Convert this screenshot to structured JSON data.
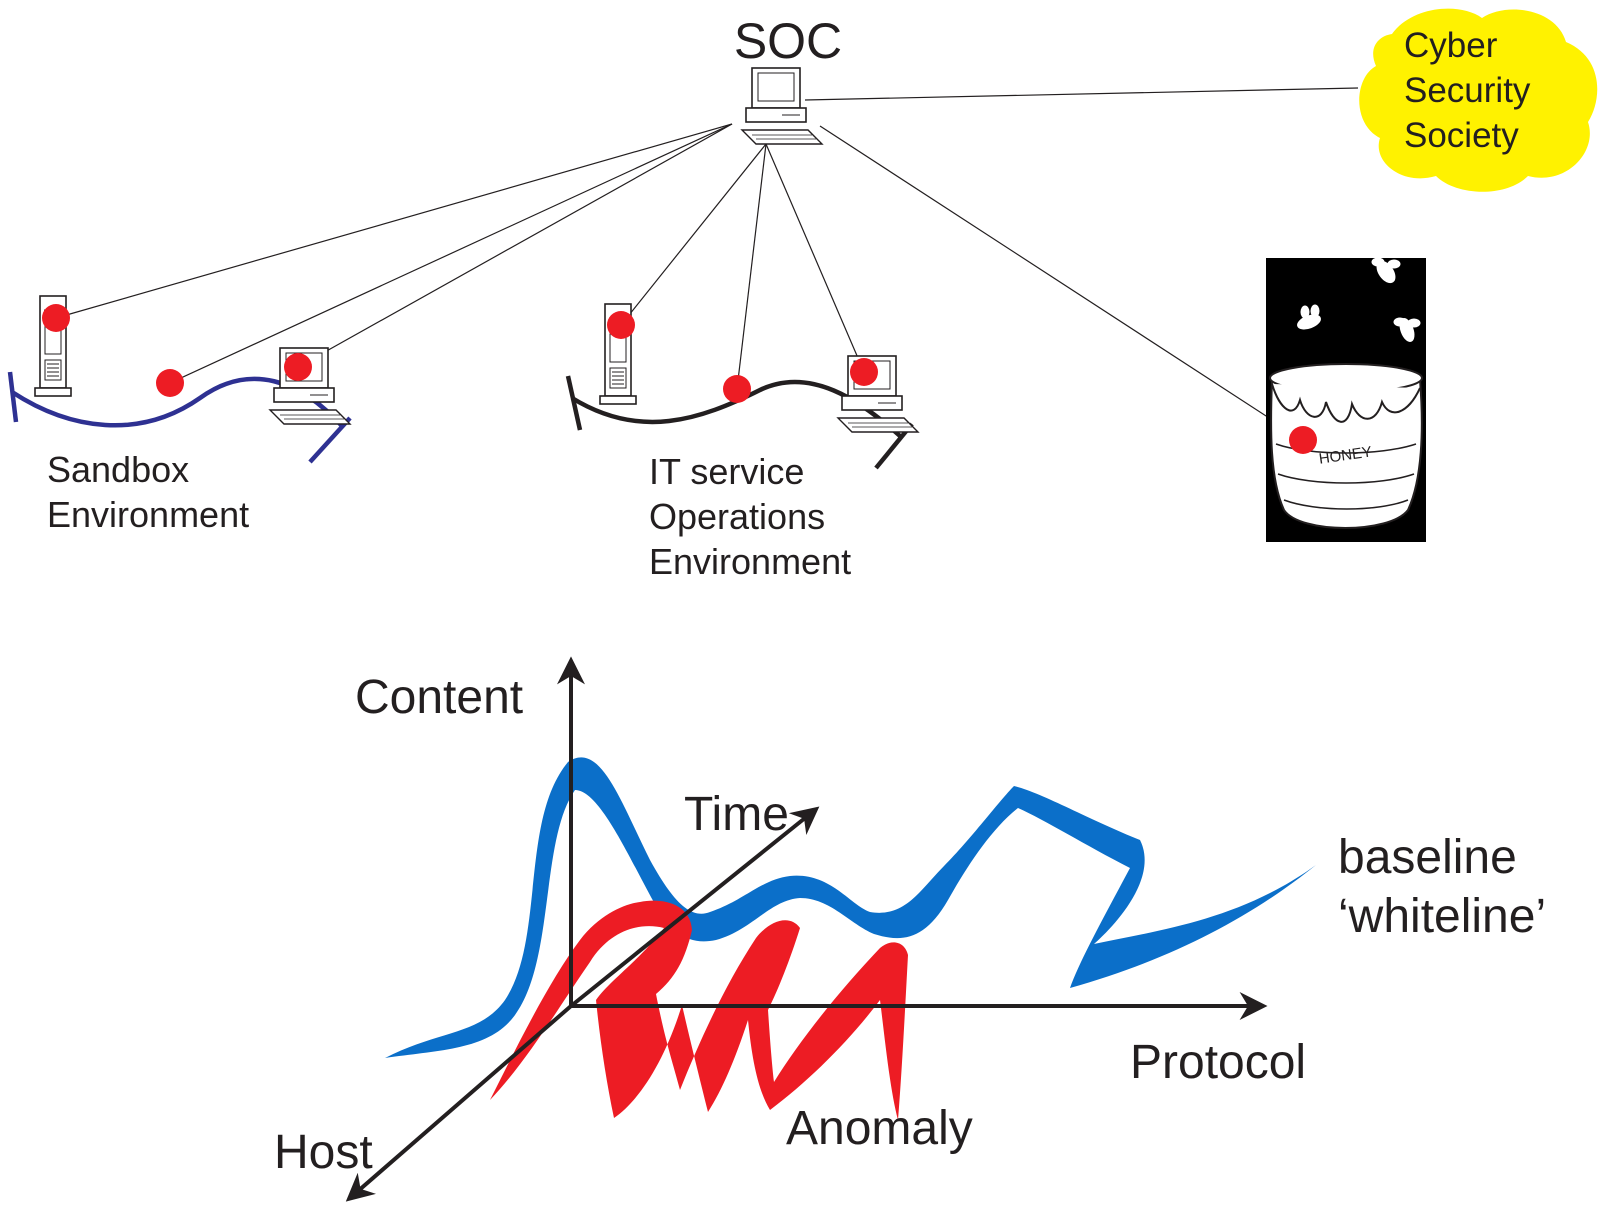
{
  "hub": {
    "label": "SOC"
  },
  "society": {
    "lines": [
      "Cyber",
      "Security",
      "Society"
    ]
  },
  "environments": {
    "sandbox": {
      "lines": [
        "Sandbox",
        "Environment"
      ]
    },
    "it_ops": {
      "lines": [
        "IT service",
        "Operations",
        "Environment"
      ]
    }
  },
  "honeypot": {
    "label": "HONEY"
  },
  "chart": {
    "axes": {
      "content": "Content",
      "time": "Time",
      "protocol": "Protocol",
      "host": "Host"
    },
    "baseline": {
      "lines": [
        "baseline",
        "‘whiteline’"
      ]
    },
    "anomaly": "Anomaly"
  },
  "colors": {
    "sensor_dot": "#ed1c24",
    "baseline_ribbon": "#0b6fc9",
    "anomaly_ribbon": "#ed1c24",
    "sandbox_wire": "#2e3192",
    "it_wire": "#231f20",
    "society_cloud": "#fff200"
  }
}
